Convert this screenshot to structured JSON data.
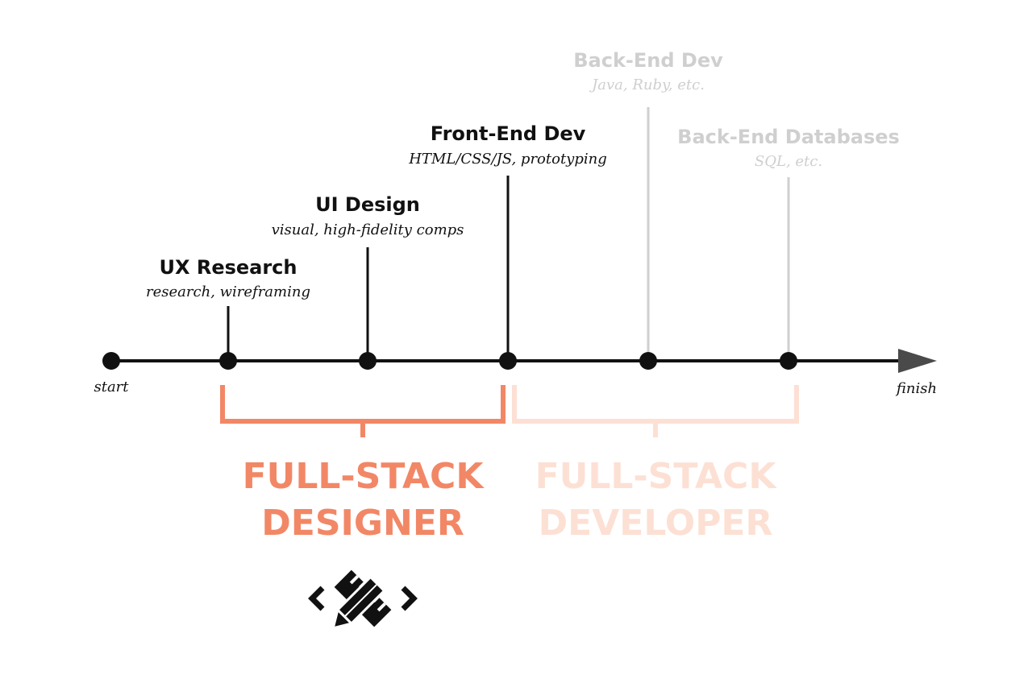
{
  "timeline": {
    "start_label": "start",
    "finish_label": "finish",
    "milestones": [
      {
        "title": "UX Research",
        "subtitle": "research, wireframing",
        "emphasis": "primary"
      },
      {
        "title": "UI Design",
        "subtitle": "visual, high-fidelity comps",
        "emphasis": "primary"
      },
      {
        "title": "Front-End Dev",
        "subtitle": "HTML/CSS/JS, prototyping",
        "emphasis": "primary"
      },
      {
        "title": "Back-End Dev",
        "subtitle": "Java, Ruby, etc.",
        "emphasis": "muted"
      },
      {
        "title": "Back-End Databases",
        "subtitle": "SQL, etc.",
        "emphasis": "muted"
      }
    ]
  },
  "groups": {
    "designer": {
      "line1": "FULL-STACK",
      "line2": "DESIGNER"
    },
    "developer": {
      "line1": "FULL-STACK",
      "line2": "DEVELOPER"
    }
  },
  "colors": {
    "primary_text": "#111111",
    "muted_text": "#cfcfcf",
    "muted_line": "#cfcfcf",
    "designer_accent": "#f28766",
    "developer_accent": "#fde0d4",
    "arrow": "#4a4a4a"
  },
  "icons": {
    "logo": "pencil-ruler-code-icon"
  }
}
